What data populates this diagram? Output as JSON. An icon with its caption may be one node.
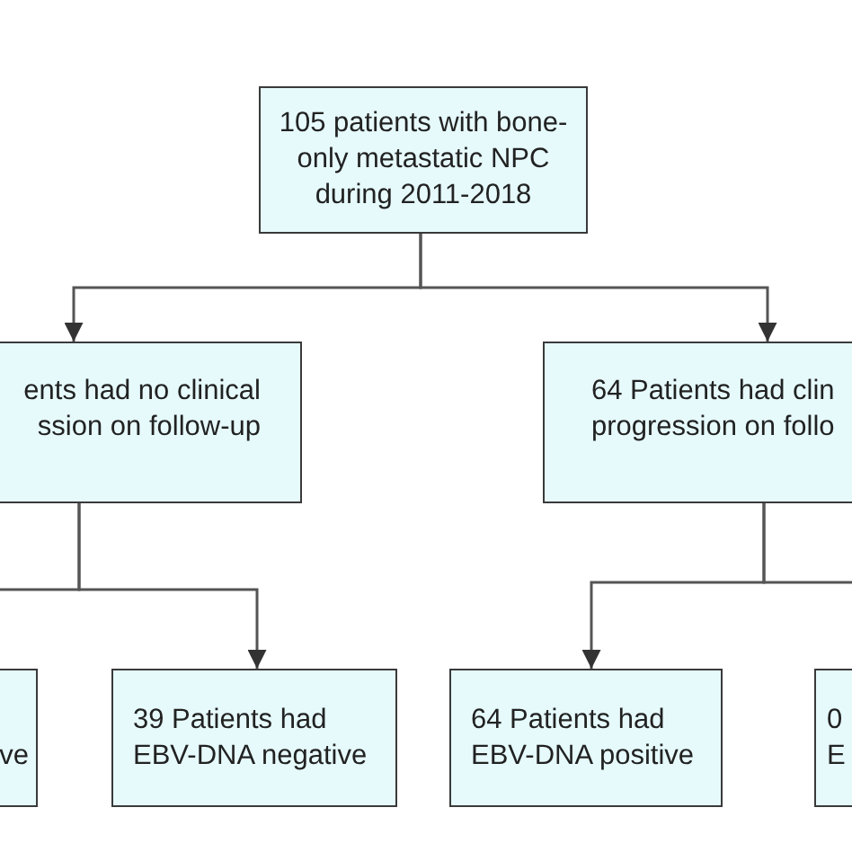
{
  "diagram": {
    "nodes": [
      {
        "text": [
          "105 patients with bone-only metastatic NPC during 2011-2018"
        ]
      },
      {
        "text": [
          "ents had no clinical ssion on follow-up"
        ]
      },
      {
        "text": [
          "64 Patients had clin progression on follo"
        ]
      },
      {
        "text": [
          "ve"
        ]
      },
      {
        "text": [
          "39 Patients had EBV-DNA negative"
        ]
      },
      {
        "text": [
          "64 Patients had EBV-DNA positive"
        ]
      },
      {
        "text": [
          "0 E"
        ]
      }
    ],
    "edges": [
      {
        "from": 0,
        "to": 1,
        "arrow": "to"
      },
      {
        "from": 0,
        "to": 2,
        "arrow": "to"
      },
      {
        "from": 1,
        "to": 3,
        "arrow": "to"
      },
      {
        "from": 1,
        "to": 4,
        "arrow": "to"
      },
      {
        "from": 2,
        "to": 5,
        "arrow": "to"
      },
      {
        "from": 2,
        "to": 6,
        "arrow": "to"
      }
    ]
  }
}
